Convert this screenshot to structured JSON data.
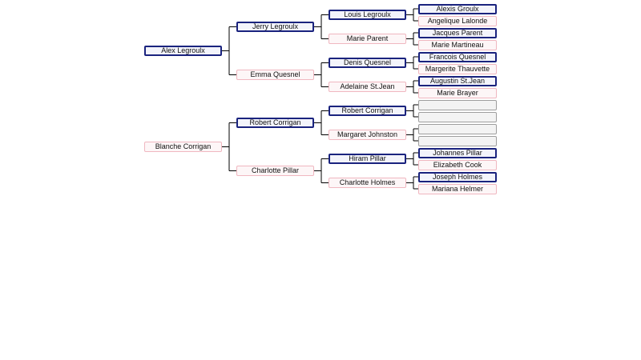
{
  "trees": [
    {
      "name": "Alex Legroulx",
      "sex": "m",
      "father": {
        "name": "Jerry Legroulx",
        "sex": "m",
        "father": {
          "name": "Louis Legroulx",
          "sex": "m",
          "father": {
            "name": "Alexis Groulx",
            "sex": "m"
          },
          "mother": {
            "name": "Angelique Lalonde",
            "sex": "f"
          }
        },
        "mother": {
          "name": "Marie Parent",
          "sex": "f",
          "father": {
            "name": "Jacques Parent",
            "sex": "m"
          },
          "mother": {
            "name": "Marie Martineau",
            "sex": "f"
          }
        }
      },
      "mother": {
        "name": "Emma Quesnel",
        "sex": "f",
        "father": {
          "name": "Denis Quesnel",
          "sex": "m",
          "father": {
            "name": "Francois Quesnel",
            "sex": "m"
          },
          "mother": {
            "name": "Margerite Thauvette",
            "sex": "f"
          }
        },
        "mother": {
          "name": "Adelaine St.Jean",
          "sex": "f",
          "father": {
            "name": "Augustin St.Jean",
            "sex": "m"
          },
          "mother": {
            "name": "Marie Brayer",
            "sex": "f"
          }
        }
      }
    },
    {
      "name": "Blanche Corrigan",
      "sex": "f",
      "father": {
        "name": "Robert Corrigan",
        "sex": "m",
        "father": {
          "name": "Robert Corrigan",
          "sex": "m",
          "father": {
            "name": "",
            "sex": "u"
          },
          "mother": {
            "name": "",
            "sex": "u"
          }
        },
        "mother": {
          "name": "Margaret Johnston",
          "sex": "f",
          "father": {
            "name": "",
            "sex": "u"
          },
          "mother": {
            "name": "",
            "sex": "u"
          }
        }
      },
      "mother": {
        "name": "Charlotte Pillar",
        "sex": "f",
        "father": {
          "name": "Hiram Pillar",
          "sex": "m",
          "father": {
            "name": "Johannes Pillar",
            "sex": "m"
          },
          "mother": {
            "name": "Elizabeth Cook",
            "sex": "f"
          }
        },
        "mother": {
          "name": "Charlotte Holmes",
          "sex": "f",
          "father": {
            "name": "Joseph Holmes",
            "sex": "m"
          },
          "mother": {
            "name": "Mariana Helmer",
            "sex": "f"
          }
        }
      }
    }
  ],
  "colors": {
    "male_border": "#1a237e",
    "female_border": "#f0b7c0",
    "unknown_border": "#9e9e9e",
    "connector": "#000000"
  }
}
